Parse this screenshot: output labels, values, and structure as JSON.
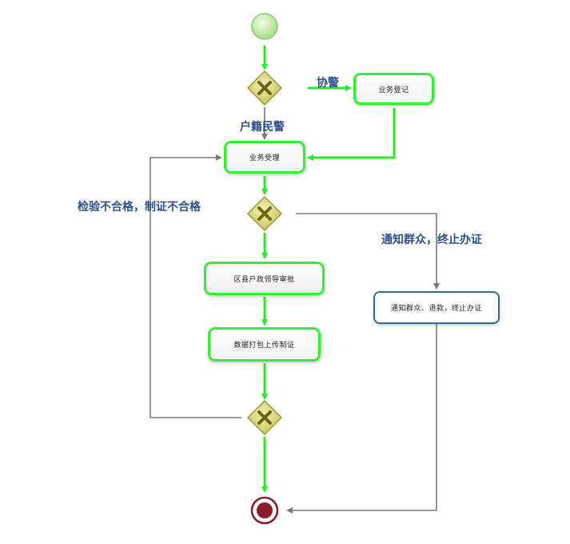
{
  "tasks": {
    "registration": "业务登记",
    "acceptance": "业务受理",
    "county_approval": "区县户政领导审批",
    "data_upload": "数据打包上传制证",
    "notify_refund": "通知群众、退款，终止办证"
  },
  "labels": {
    "assist_police": "协警",
    "household_police": "户籍民警",
    "notify_terminate": "通知群众，终止办证",
    "check_fail": "检验不合格，制证不合格"
  },
  "colors": {
    "flow_green": "#22ee22",
    "flow_gray": "#7a7a7a",
    "label_blue": "#2e4f8f",
    "gateway_fill": "#d9d67a",
    "gateway_border": "#9c9a3a",
    "start_fill": "#c8ecb0",
    "end_fill": "#8b1a2a"
  },
  "icons": {
    "start": "start-event-circle",
    "gateway": "exclusive-gateway-x",
    "end": "end-event-circle"
  }
}
